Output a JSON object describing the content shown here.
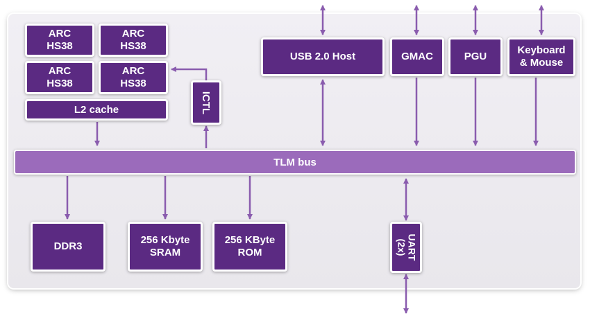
{
  "diagram": {
    "cpu_cores": [
      "ARC\nHS38",
      "ARC\nHS38",
      "ARC\nHS38",
      "ARC\nHS38"
    ],
    "l2_cache": "L2 cache",
    "ictl": "ICTL",
    "peripherals": {
      "usb": "USB 2.0 Host",
      "gmac": "GMAC",
      "pgu": "PGU",
      "keyboard_mouse": "Keyboard\n& Mouse"
    },
    "bus": "TLM bus",
    "memory": {
      "ddr3": "DDR3",
      "sram": "256 Kbyte\nSRAM",
      "rom": "256 KByte\nROM"
    },
    "uart": "UART\n(2x)",
    "colors": {
      "block": "#5b2a82",
      "bus": "#9b6bbb",
      "wire": "#8a5cae",
      "board": "#ece9ef"
    }
  }
}
